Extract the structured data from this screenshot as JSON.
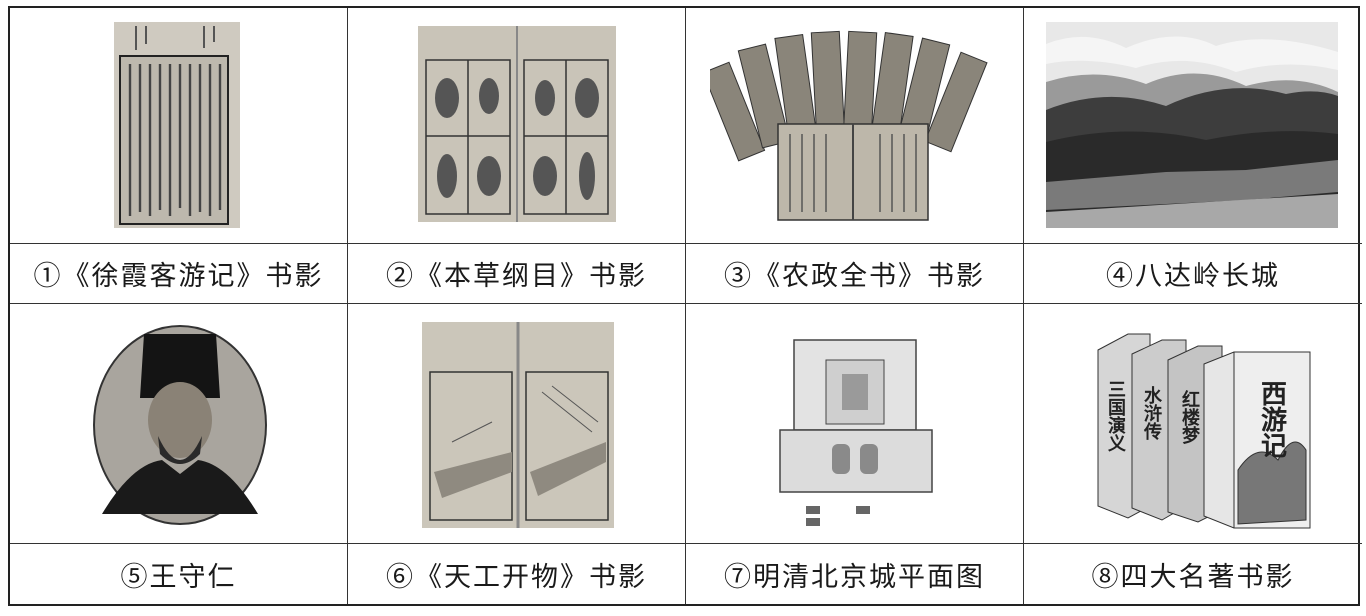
{
  "cells": [
    {
      "caption": "①《徐霞客游记》书影",
      "image": "xu-xiake-travel-notes-book-page"
    },
    {
      "caption": "②《本草纲目》书影",
      "image": "bencao-gangmu-book-page"
    },
    {
      "caption": "③《农政全书》书影",
      "image": "nongzheng-quanshu-books"
    },
    {
      "caption": "④八达岭长城",
      "image": "badaling-great-wall-photo"
    },
    {
      "caption": "⑤王守仁",
      "image": "wang-shouren-portrait"
    },
    {
      "caption": "⑥《天工开物》书影",
      "image": "tiangong-kaiwu-book-page"
    },
    {
      "caption": "⑦明清北京城平面图",
      "image": "beijing-city-plan-map"
    },
    {
      "caption": "⑧四大名著书影",
      "image": "four-classic-novels-books"
    }
  ],
  "book_spines": [
    "三国演义",
    "水浒传",
    "红楼梦",
    "西游记"
  ],
  "colors": {
    "border": "#222222",
    "paper": "#d9d4c8",
    "ink": "#2a2a2a"
  }
}
